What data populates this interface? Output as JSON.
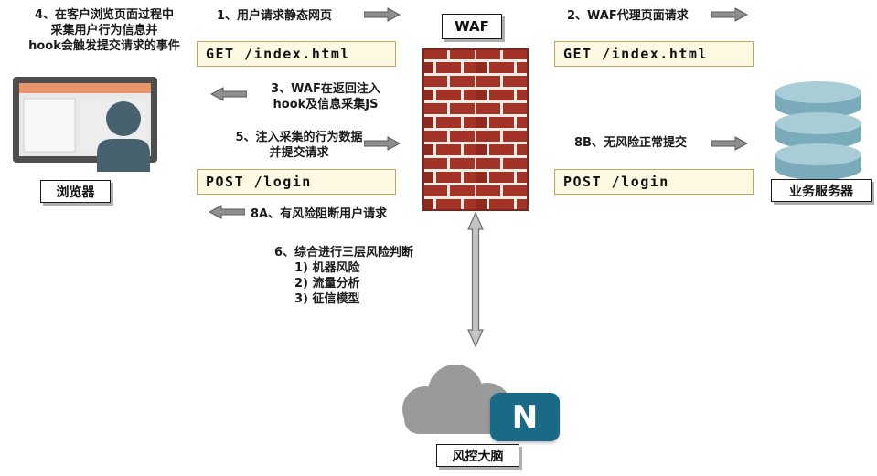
{
  "colors": {
    "request_box_bg": "#FDF8E1",
    "request_box_border": "#C9A25D",
    "brick_red": "#A33327",
    "mortar": "#EFECE6",
    "db_teal_top": "#A9CDD6",
    "db_teal_side": "#79ABBB",
    "logo_teal": "#196A87",
    "monitor_bar_orange": "#E8956B",
    "arrow_gray": "#8f8f8f",
    "cloud_gray": "#9a9a9a"
  },
  "left_panel": {
    "note_lines": [
      "4、在客户浏览页面过程中",
      "采集用户行为信息并",
      "hook会触发提交请求的事件"
    ],
    "browser_label": "浏览器"
  },
  "left_flow": {
    "step1": "1、用户请求静态网页",
    "get_request": "GET /index.html",
    "step3_lines": [
      "3、WAF在返回注入",
      "hook及信息采集JS"
    ],
    "step5_lines": [
      "5、注入采集的行为数据",
      "并提交请求"
    ],
    "post_request": "POST /login",
    "step8a": "8A、有风险阻断用户请求"
  },
  "center": {
    "waf_label": "WAF",
    "risk_lines": [
      "6、综合进行三层风险判断",
      "1) 机器风险",
      "2) 流量分析",
      "3) 征信模型"
    ],
    "logo_letter": "N",
    "brain_label": "风控大脑"
  },
  "right_flow": {
    "step2": "2、WAF代理页面请求",
    "get_request": "GET /index.html",
    "step8b": "8B、无风险正常提交",
    "post_request": "POST /login",
    "server_label": "业务服务器"
  }
}
